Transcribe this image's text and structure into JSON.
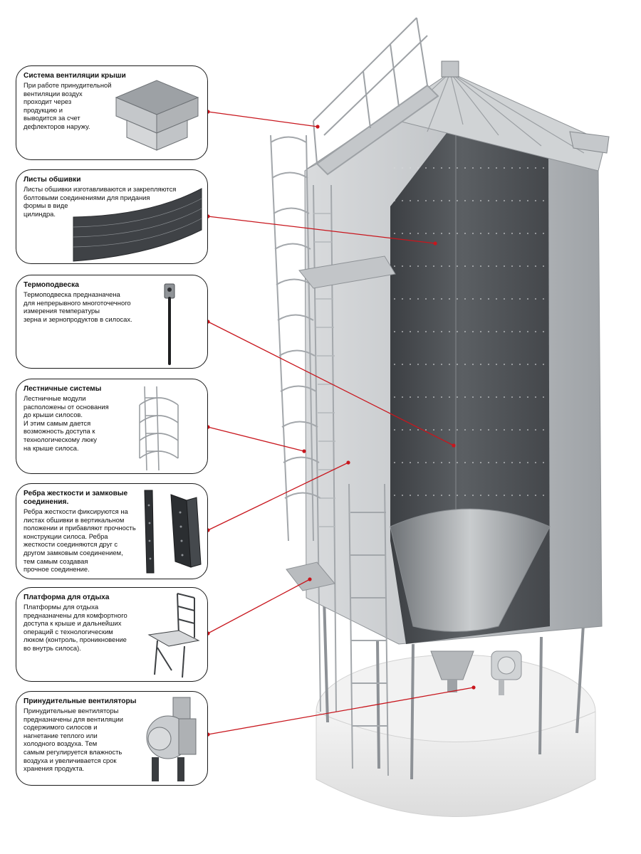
{
  "colors": {
    "leader_line": "#c8161d",
    "box_border": "#1a1a1a",
    "metal_light": "#c9cbcd",
    "metal_dark": "#4a4d51",
    "base": "#ececec"
  },
  "callouts": [
    {
      "id": "roof-ventilation",
      "title": "Система вентиляции крыши",
      "text": "При работе принудительной\nвентиляции воздух\nпроходит через\nпродукцию и\nвыводится за счет\nдефлекторов наружу.",
      "icon": "roof-vent-icon"
    },
    {
      "id": "cladding-sheets",
      "title": "Листы обшивки",
      "text": "Листы обшивки изготавливаются и закрепляются\nболтовыми соединениями для придания\nформы в виде\nцилиндра.",
      "icon": "cladding-sheet-icon"
    },
    {
      "id": "thermo-suspension",
      "title": "Термоподвеска",
      "text": "Термоподвеска предназначена\nдля непрерывного многоточечного\nизмерения температуры\nзерна и зернопродуктов в силосах.",
      "icon": "thermo-sensor-icon"
    },
    {
      "id": "ladder-systems",
      "title": "Лестничные системы",
      "text": "Лестничные модули\nрасположены от основания\nдо крыши силосов.\nИ этим самым дается\nвозможность доступа к\nтехнологическому люку\nна крыше силоса.",
      "icon": "ladder-cage-icon"
    },
    {
      "id": "stiffeners",
      "title": "Ребра жесткости и замковые\nсоединения.",
      "text": "Ребра жесткости фиксируются на\nлистах обшивки в вертикальном\nположении и прибавляют прочность\nконструкции силоса. Ребра\nжесткости соединяются друг с\nдругом замковым соединением,\nтем самым создавая\nпрочное соединение.",
      "icon": "stiffener-rib-icon"
    },
    {
      "id": "rest-platform",
      "title": "Платформа для отдыха",
      "text": "Платформы для отдыха\nпредназначены для комфортного\nдоступа к крыше и дальнейших\nопераций с технологическим\nлюком (контроль, проникновение\nво внутрь силоса).",
      "icon": "rest-platform-icon"
    },
    {
      "id": "forced-fans",
      "title": "Принудительные вентиляторы",
      "text": "Принудительные вентиляторы\nпредназначены для вентиляции\nсодержимого силосов и\nнагнетание теплого или\nхолодного  воздуха. Тем\nсамым регулируется влажность\nвоздуха и увеличивается срок\nхранения продукта.",
      "icon": "centrifugal-fan-icon"
    }
  ]
}
